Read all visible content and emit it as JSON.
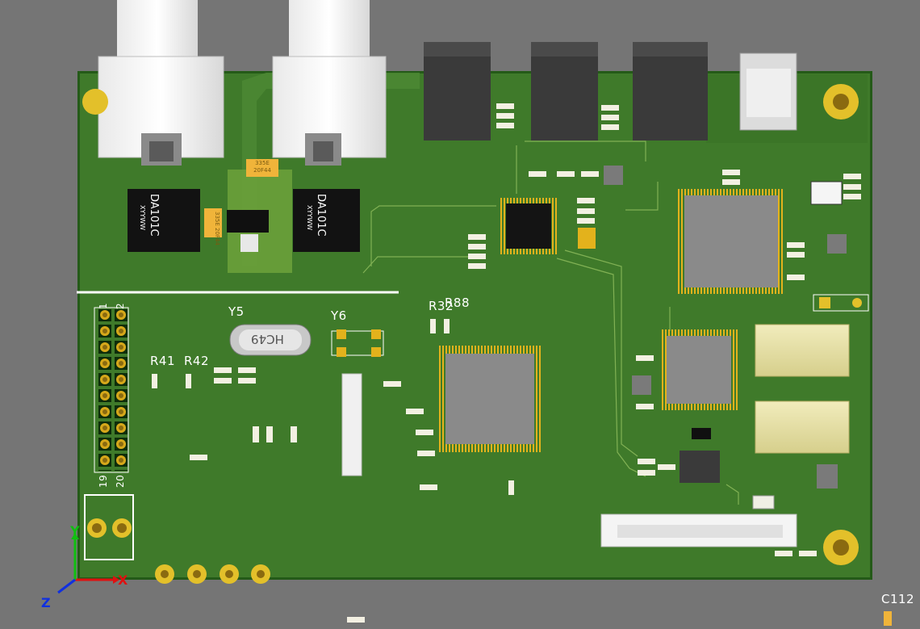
{
  "viewport": {
    "background": "#757575",
    "board_color": "#3f7a2a",
    "board_edge_color": "#245a18",
    "silkscreen_color": "#ffffff"
  },
  "board": {
    "designators": {
      "Y5": "Y5",
      "Y6": "Y6",
      "R41": "R41",
      "R42": "R42",
      "R32": "R32",
      "R88": "R88",
      "C112": "C112"
    },
    "header_pins": {
      "top_left": "1",
      "top_right": "2",
      "bottom_left": "19",
      "bottom_right": "20"
    },
    "crystal_marking": "HC49",
    "transformer_left": {
      "marking": "DA101C",
      "sub": "XYYWW"
    },
    "transformer_right": {
      "marking": "DA101C",
      "sub": "XYYWW"
    },
    "tantalum_caps": [
      {
        "line1": "335E",
        "line2": "20F44"
      },
      {
        "line1": "335E",
        "line2": "20F44"
      }
    ]
  },
  "axis_triad": {
    "x_label": "X",
    "y_label": "Y",
    "z_label": "Z",
    "x_color": "#e01010",
    "y_color": "#10c010",
    "z_color": "#1030e0"
  }
}
